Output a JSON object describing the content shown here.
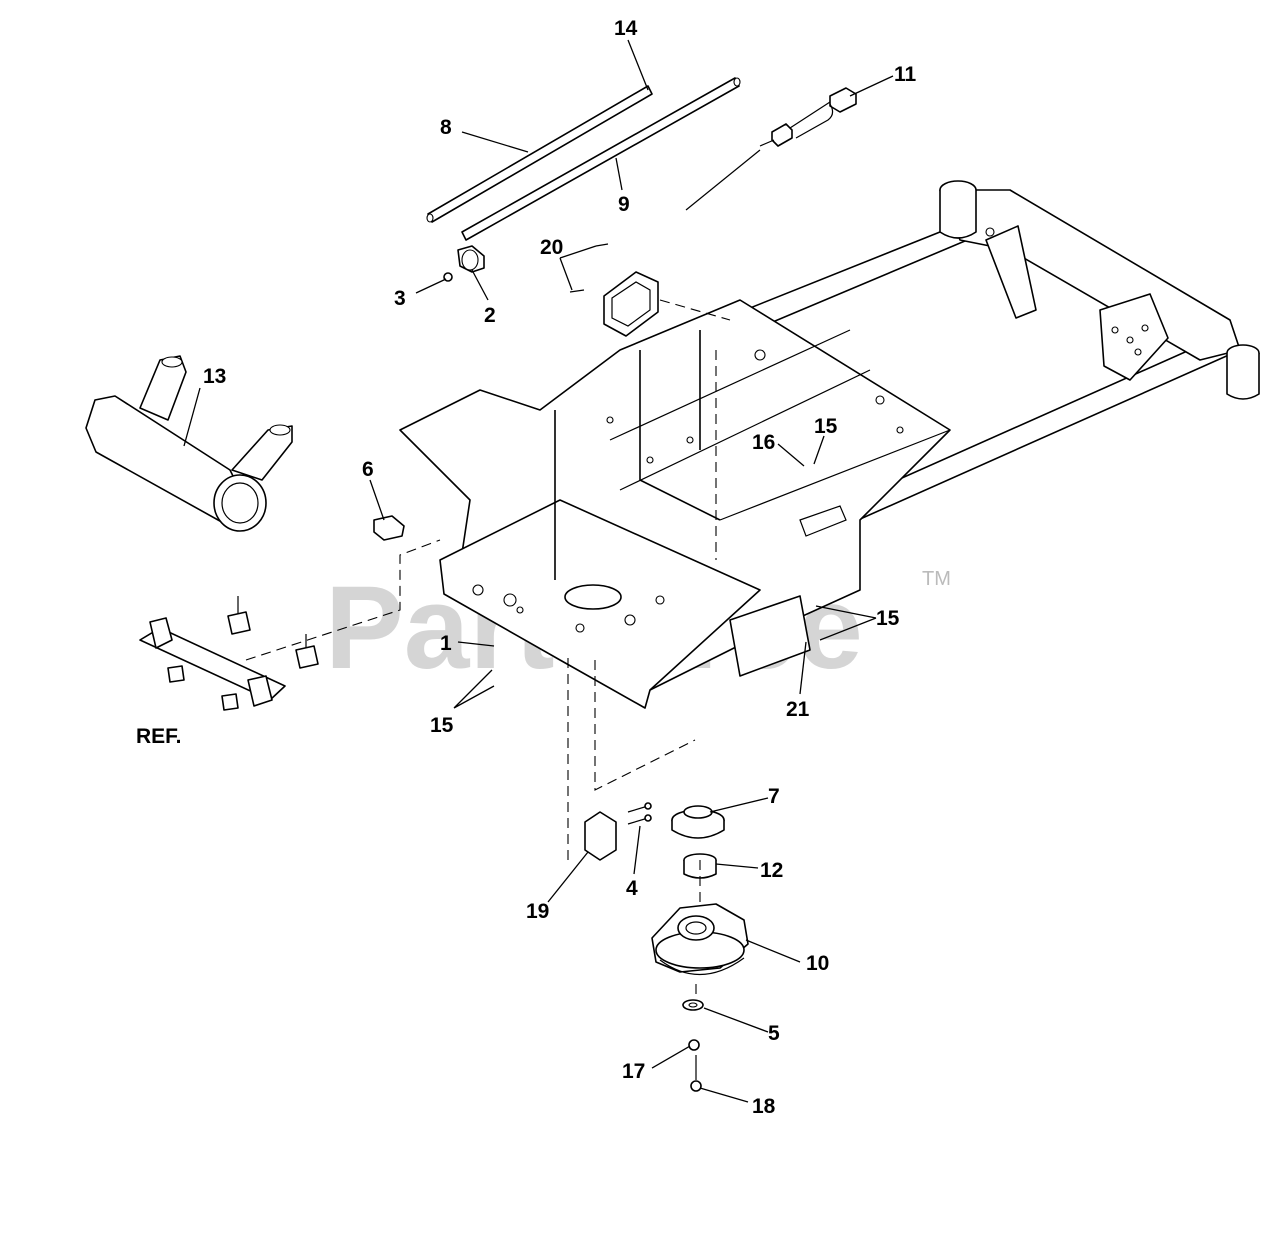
{
  "watermark": {
    "text": "PartsTree",
    "mark": "TM"
  },
  "callouts": {
    "c1": "1",
    "c2": "2",
    "c3": "3",
    "c4": "4",
    "c5": "5",
    "c6": "6",
    "c7": "7",
    "c8": "8",
    "c9": "9",
    "c10": "10",
    "c11": "11",
    "c12": "12",
    "c13": "13",
    "c14": "14",
    "c15a": "15",
    "c15b": "15",
    "c15c": "15",
    "c16": "16",
    "c17": "17",
    "c18": "18",
    "c19": "19",
    "c20": "20",
    "c21": "21",
    "ref": "REF."
  }
}
